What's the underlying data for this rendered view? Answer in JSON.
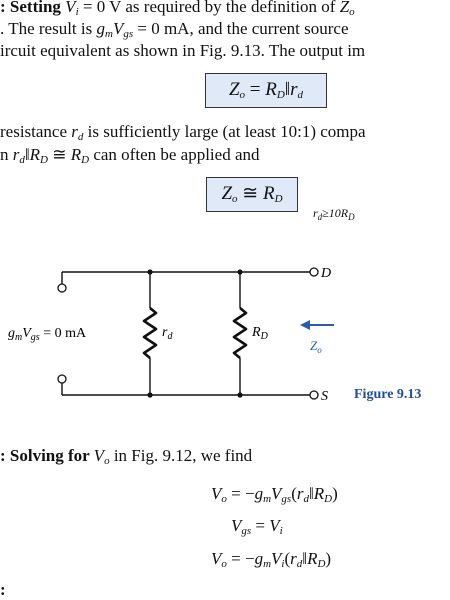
{
  "text": {
    "l1_a": ":  Setting ",
    "l1_b": " = 0 V as required by the definition of ",
    "l2_a": ". The result is ",
    "l2_b": " = 0 mA, and the current source",
    "l3": "ircuit equivalent as shown in Fig. 9.13. The output im",
    "l4_a": "resistance ",
    "l4_b": " is sufficiently large (at least 10:1) compa",
    "l5_a": "n ",
    "l5_b": " can often be applied and",
    "sol_a": ":  Solving for ",
    "sol_b": " in Fig. 9.12, we find",
    "bottom_colon": ":"
  },
  "boxes": {
    "zo_exact": "Zo = RD || rd",
    "zo_approx": "Zo ≅ RD",
    "condition": "rd ≥ 10RD"
  },
  "figure": {
    "caption": "Figure 9.13",
    "source_label": "gmVgs = 0 mA",
    "rd_label": "rd",
    "RD_label": "RD",
    "Zo_label": "Zo",
    "D_label": "D",
    "S_label": "S",
    "caption_color": "#1f4e9a",
    "arrow_color": "#2a5db0"
  },
  "equations": [
    "Vo = −gmVgs(rd || RD)",
    "Vgs = Vi",
    "Vo = −gmVi(rd || RD)"
  ]
}
